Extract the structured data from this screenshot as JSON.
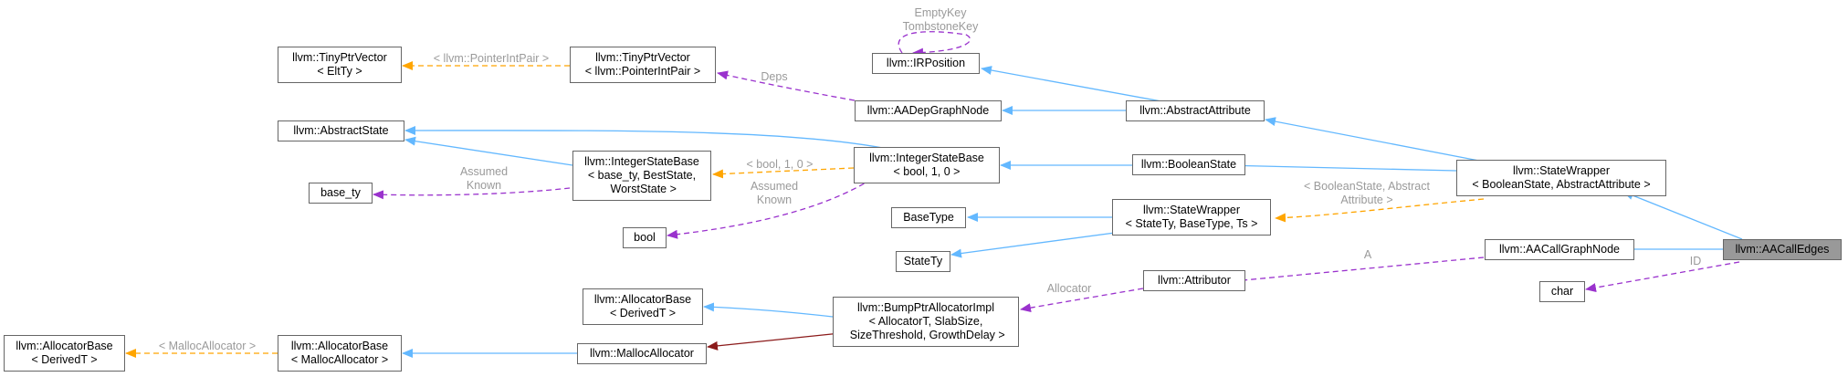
{
  "colors": {
    "inherit": "#63b8ff",
    "usage": "#9a32cd",
    "template": "#ffa500",
    "owned": "#8b1a1a",
    "label": "#9a9a9a",
    "border": "#666666",
    "root_fill": "#999999"
  },
  "nodes": {
    "aacalledges": "llvm::AACallEdges",
    "aacallgraphnode": "llvm::AACallGraphNode",
    "char": "char",
    "statewrapper_bool": "llvm::StateWrapper\n< BooleanState, AbstractAttribute >",
    "attributor": "llvm::Attributor",
    "booleanstate": "llvm::BooleanState",
    "abstractattribute": "llvm::AbstractAttribute",
    "statewrapper_generic": "llvm::StateWrapper\n< StateTy, BaseType, Ts >",
    "integerstatebase_bool": "llvm::IntegerStateBase\n< bool, 1, 0 >",
    "irposition": "llvm::IRPosition",
    "aadepgraphnode": "llvm::AADepGraphNode",
    "basetype": "BaseType",
    "statety": "StateTy",
    "bumpptr": "llvm::BumpPtrAllocatorImpl\n< AllocatorT, SlabSize,\n SizeThreshold, GrowthDelay >",
    "tinyptrvector_pip": "llvm::TinyPtrVector\n< llvm::PointerIntPair >",
    "integerstatebase_generic": "llvm::IntegerStateBase\n< base_ty, BestState,\n WorstState >",
    "bool": "bool",
    "allocatorbase_derived_mid": "llvm::AllocatorBase\n< DerivedT >",
    "mallocallocator": "llvm::MallocAllocator",
    "tinyptrvector_elt": "llvm::TinyPtrVector\n< EltTy >",
    "abstractstate": "llvm::AbstractState",
    "base_ty": "base_ty",
    "allocatorbase_malloc": "llvm::AllocatorBase\n< MallocAllocator >",
    "allocatorbase_derived_left": "llvm::AllocatorBase\n< DerivedT >"
  },
  "edge_labels": {
    "emptykey_tombstonekey": "EmptyKey\nTombstoneKey",
    "pointerintpair": "< llvm::PointerIntPair >",
    "deps": "Deps",
    "bool_1_0": "< bool, 1, 0 >",
    "assumed_known_left": "Assumed\nKnown",
    "assumed_known_right": "Assumed\nKnown",
    "booleanstate_abstractattribute": "< BooleanState, Abstract\nAttribute >",
    "a": "A",
    "id": "ID",
    "allocator": "Allocator",
    "mallocallocator": "< MallocAllocator >"
  }
}
